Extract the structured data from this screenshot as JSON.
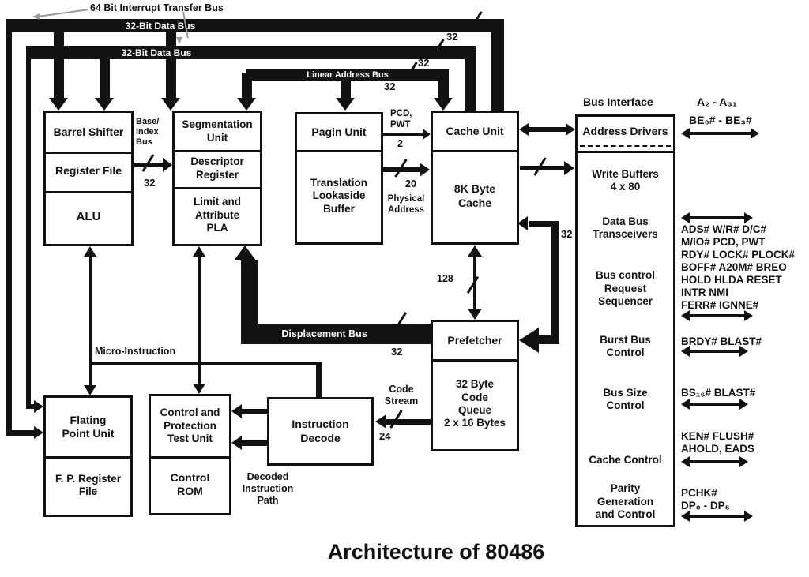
{
  "title": "Architecture of 80486",
  "buses": {
    "interrupt_label": "64 Bit Interrupt Transfer Bus",
    "data_bus_1": "32-Bit Data Bus",
    "data_bus_2": "32-Bit Data Bus",
    "linear_address": "Linear Address Bus",
    "displacement": "Displacement Bus"
  },
  "widths": {
    "w2": "2",
    "w20": "20",
    "w24": "24",
    "w32": "32",
    "w128": "128"
  },
  "blocks": {
    "barrel_shifter": "Barrel Shifter",
    "register_file": "Register File",
    "alu": "ALU",
    "segmentation_unit": "Segmentation\nUnit",
    "descriptor_register": "Descriptor\nRegister",
    "limit_attribute_pla": "Limit and\nAttribute\nPLA",
    "paging_unit": "Pagin Unit",
    "tlb": "Translation\nLookaside\nBuffer",
    "cache_unit": "Cache Unit",
    "cache_8k": "8K Byte\nCache",
    "prefetcher": "Prefetcher",
    "code_queue": "32 Byte\nCode\nQueue\n2 x 16 Bytes",
    "fpu": "Flating\nPoint Unit",
    "fp_register_file": "F. P. Register\nFile",
    "cptu": "Control and\nProtection\nTest Unit",
    "control_rom": "Control\nROM",
    "instruction_decode": "Instruction\nDecode"
  },
  "bus_interface": {
    "title": "Bus Interface",
    "address_drivers": "Address Drivers",
    "write_buffers": "Write Buffers\n4 x 80",
    "data_bus_transceivers": "Data Bus\nTransceivers",
    "bus_control": "Bus control\nRequest\nSequencer",
    "burst_bus": "Burst Bus\nControl",
    "bus_size": "Bus Size\nControl",
    "cache_control": "Cache Control",
    "parity": "Parity\nGeneration\nand Control"
  },
  "annotations": {
    "base_index_bus": "Base/\nIndex\nBus",
    "pcd_pwt": "PCD,\nPWT",
    "physical_address": "Physical\nAddress",
    "micro_instruction": "Micro-Instruction",
    "code_stream": "Code\nStream",
    "decoded_instruction_path": "Decoded\nInstruction\nPath"
  },
  "signals": {
    "address_lines": "A₂ - A₃₁",
    "byte_enables": "BE₀# - BE₃#",
    "control_1": "ADS# W/R# D/C#",
    "control_2": "M/IO# PCD, PWT",
    "control_3": "RDY# LOCK# PLOCK#",
    "control_4": "BOFF# A20M# BREO",
    "control_5": "HOLD HLDA RESET",
    "control_6": "INTR NMI",
    "control_7": "FERR# IGNNE#",
    "burst": "BRDY# BLAST#",
    "bus_size": "BS₁₆# BLAST#",
    "cache_1": "KEN# FLUSH#",
    "cache_2": "AHOLD, EADS",
    "parity_1": "PCHK#",
    "parity_2": "DP₀ - DP₅"
  }
}
